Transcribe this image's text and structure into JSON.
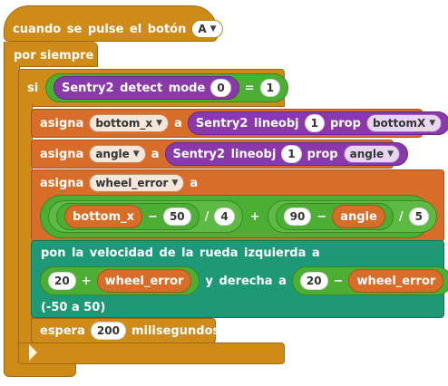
{
  "hat": {
    "text": "cuando se pulse el botón",
    "button": "A"
  },
  "forever": {
    "label": "por siempre"
  },
  "if_block": {
    "label": "si",
    "detect": {
      "label": "Sentry2 detect mode",
      "value": "0"
    },
    "equals": "=",
    "right": "1"
  },
  "assign1": {
    "label": "asigna",
    "var": "bottom_x",
    "to": "a",
    "sensor": "Sentry2 lineobj",
    "obj": "1",
    "prop_label": "prop",
    "prop": "bottomX"
  },
  "assign2": {
    "label": "asigna",
    "var": "angle",
    "to": "a",
    "sensor": "Sentry2 lineobj",
    "obj": "1",
    "prop_label": "prop",
    "prop": "angle"
  },
  "assign3": {
    "label": "asigna",
    "var": "wheel_error",
    "to": "a",
    "expr": {
      "left": {
        "var": "bottom_x",
        "minus": "−",
        "num": "50",
        "div": "/",
        "den": "4"
      },
      "plus": "+",
      "right": {
        "num": "90",
        "minus": "−",
        "var": "angle",
        "div": "/",
        "den": "5"
      }
    }
  },
  "motor": {
    "label": "pon la velocidad de la rueda izquierda a",
    "left": {
      "num": "20",
      "op": "+",
      "var": "wheel_error"
    },
    "mid": "y derecha a",
    "right": {
      "num": "20",
      "op": "−",
      "var": "wheel_error"
    },
    "range": "(-50 a 50)"
  },
  "wait": {
    "label": "espera",
    "value": "200",
    "unit": "milisegundos"
  },
  "colors": {
    "control": "#CF8B17",
    "variables": "#D86D2A",
    "operators": "#4CAF33",
    "sensing": "#8A3AA8",
    "motion": "#1E9975"
  }
}
